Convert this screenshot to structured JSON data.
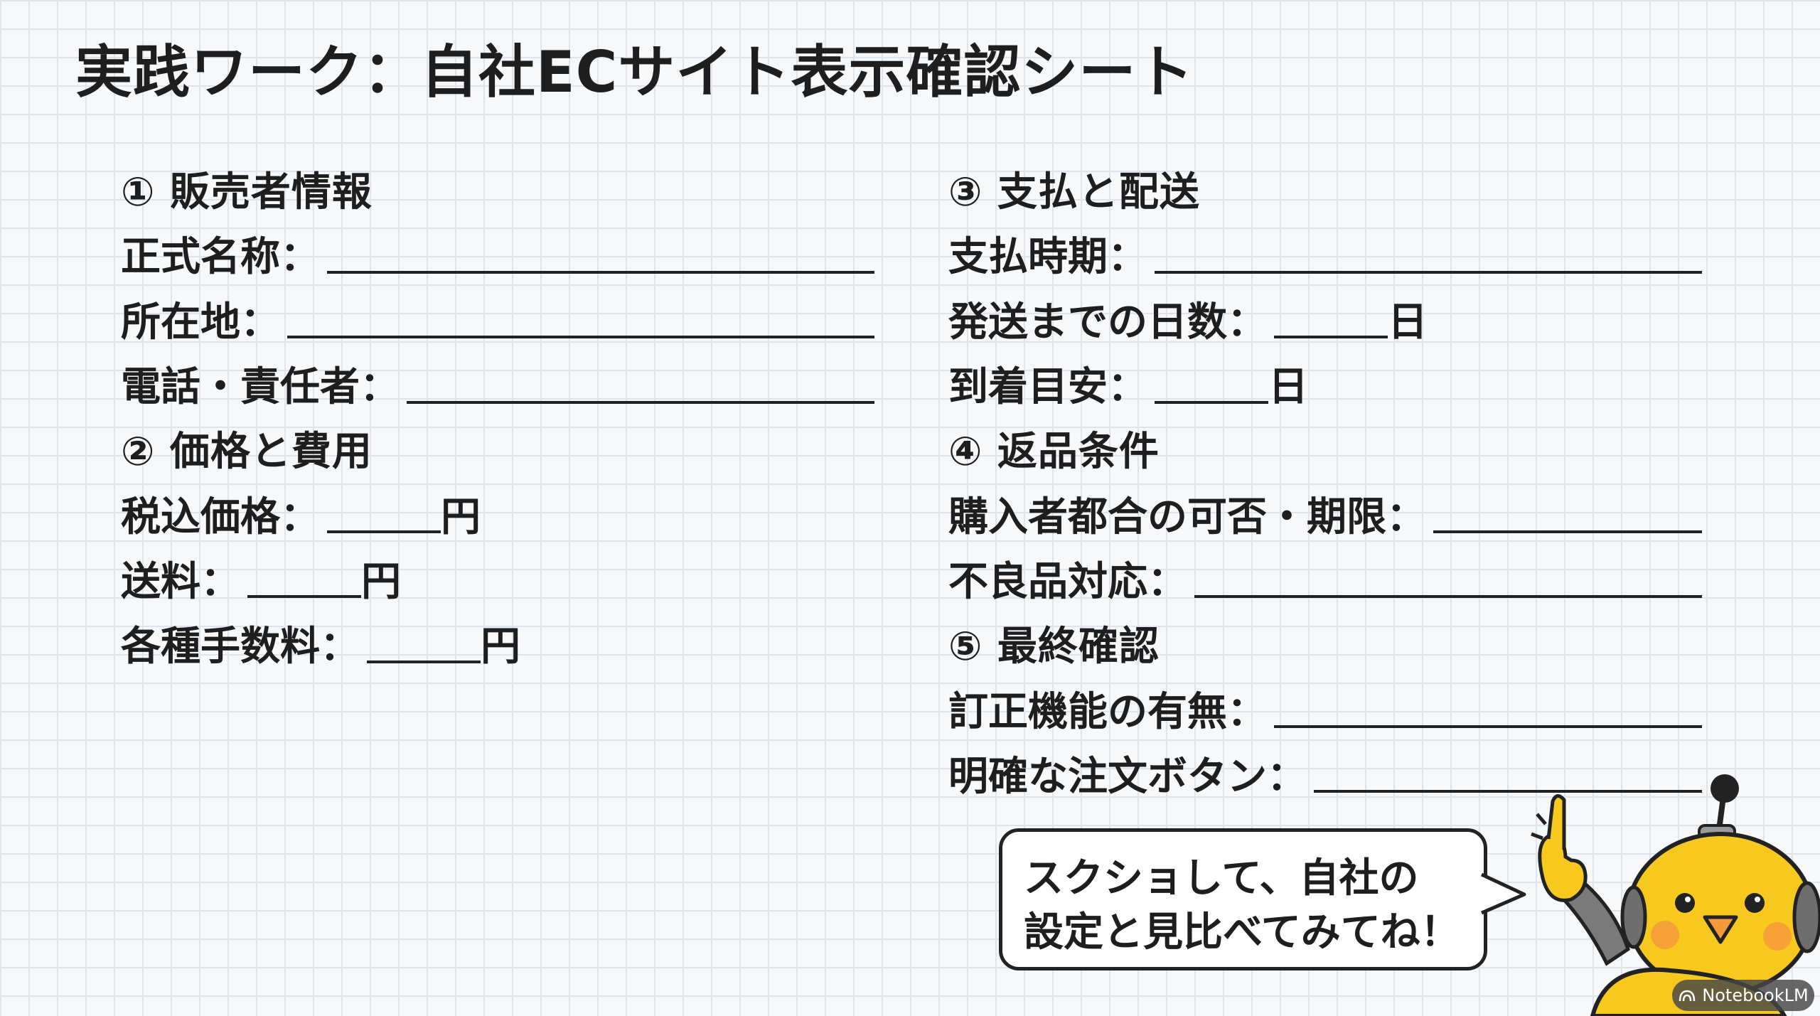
{
  "title": "実践ワーク：自社ECサイト表示確認シート",
  "left": {
    "seller_heading": "① 販売者情報",
    "official_name": "正式名称：",
    "address": "所在地：",
    "phone_person": "電話・責任者：",
    "price_heading": "② 価格と費用",
    "tax_price": "税込価格：",
    "shipping_fee": "送料：",
    "other_fees": "各種手数料：",
    "yen": "円"
  },
  "right": {
    "payment_heading": "③ 支払と配送",
    "payment_timing": "支払時期：",
    "days_to_ship": "発送までの日数：",
    "arrival_estimate": "到着目安：",
    "day": "日",
    "returns_heading": "④ 返品条件",
    "buyer_return": "購入者都合の可否・期限：",
    "defect_handling": "不良品対応：",
    "final_heading": "⑤ 最終確認",
    "correction_function": "訂正機能の有無：",
    "order_button": "明確な注文ボタン："
  },
  "bubble": {
    "line1": "スクショして、自社の",
    "line2": "設定と見比べてみてね！"
  },
  "watermark": {
    "text": "NotebookLM",
    "icon": "notebooklm-icon"
  },
  "mascot": {
    "icon": "chick-robot-mascot"
  },
  "colors": {
    "background": "#f7f8fa",
    "grid": "#dfe3ea",
    "text": "#1e1e1e",
    "mascot_yellow": "#f7c81e",
    "mascot_cheek": "#f59a3a"
  }
}
